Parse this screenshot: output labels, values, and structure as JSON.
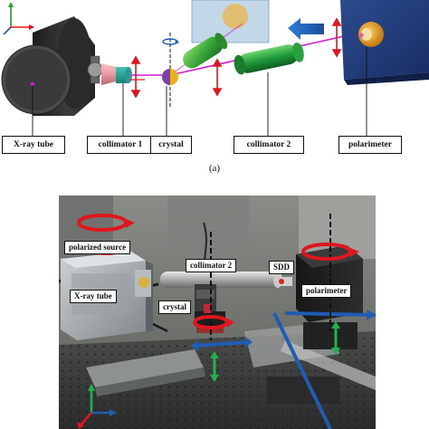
{
  "schematic": {
    "labels": {
      "xray_tube": "X-ray tube",
      "collimator1": "collimator 1",
      "crystal": "crystal",
      "collimator2": "collimator 2",
      "polarimeter": "polarimeter"
    },
    "panel_label": "(a)"
  },
  "photo": {
    "labels": {
      "polarized_source": "polarized source",
      "collimator2": "collimator 2",
      "sdd": "SDD",
      "polarimeter": "polarimeter",
      "xray_tube": "X-ray tube",
      "crystal": "crystal"
    }
  },
  "colors": {
    "beam": "#d21cd0",
    "arrow_red": "#e0161e",
    "arrow_blue": "#1f5db5",
    "arrow_green": "#22b14c",
    "cylinder_green": "#1e9a3a",
    "polarimeter_box": "#203a78",
    "tube_body": "#2b2b2b"
  },
  "icons": [
    "axis-triad-icon",
    "rotation-arrow-icon",
    "double-arrow-icon",
    "source-arrow-icon"
  ]
}
